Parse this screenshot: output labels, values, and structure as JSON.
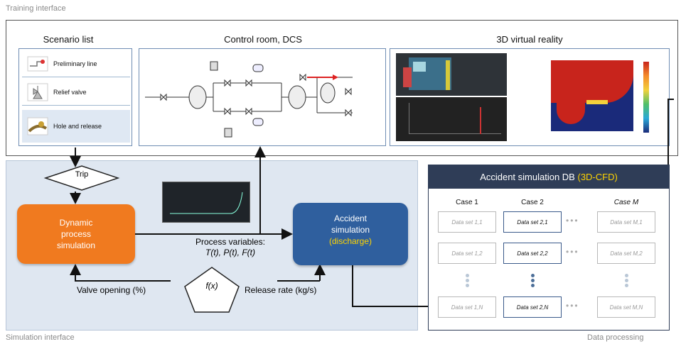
{
  "sections": {
    "training": "Training interface",
    "simulation": "Simulation interface",
    "data_processing": "Data processing"
  },
  "scenario_list": {
    "title": "Scenario list",
    "items": [
      {
        "label": "Preliminary line",
        "icon": "pipeline-icon"
      },
      {
        "label": "Relief valve",
        "icon": "relief-valve-icon"
      },
      {
        "label": "Hole and release",
        "icon": "hole-release-icon"
      }
    ]
  },
  "control_room": {
    "title": "Control room, DCS"
  },
  "vr": {
    "title": "3D virtual reality"
  },
  "flow": {
    "trip": "Trip",
    "dynamic_sim": "Dynamic\nprocess\nsimulation",
    "accident_sim_line1": "Accident",
    "accident_sim_line2": "simulation",
    "accident_sim_line3": "(discharge)",
    "process_variables_line1": "Process variables:",
    "process_variables_line2": "T(t), P(t), F(t)",
    "fx": "f(x)",
    "valve_opening": "Valve opening (%)",
    "release_rate": "Release rate (kg/s)"
  },
  "db": {
    "title_main": "Accident simulation DB",
    "title_accent": "(3D-CFD)",
    "cases": [
      "Case 1",
      "Case 2",
      "Case M"
    ],
    "rows": [
      [
        "Data set 1,1",
        "Data set 2,1",
        "Data set M,1"
      ],
      [
        "Data set 1,2",
        "Data set 2,2",
        "Data set M,2"
      ],
      [
        "Data set 1,N",
        "Data set 2,N",
        "Data set M,N"
      ]
    ]
  },
  "colors": {
    "orange": "#f07a1f",
    "blue": "#2f5f9e",
    "accent_yellow": "#ffd400",
    "panel_bg": "#dfe7f1",
    "db_header": "#2f3d57"
  }
}
